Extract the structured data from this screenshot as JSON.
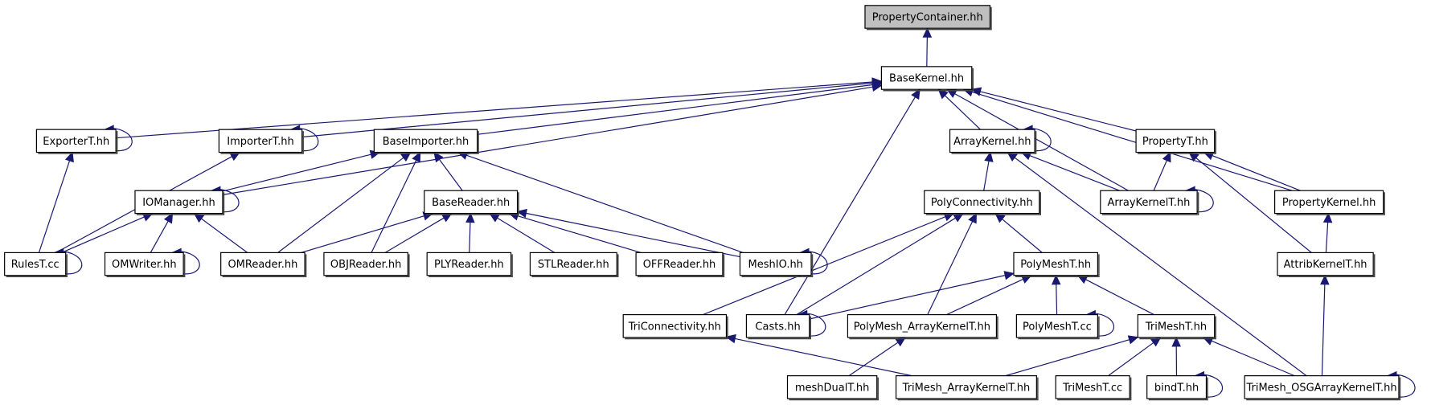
{
  "diagram": {
    "type": "include-dependency-graph",
    "colors": {
      "edge": "#191970",
      "focus_node_fill": "#bfbfbf",
      "node_fill": "#ffffff",
      "node_border": "#000000"
    },
    "focus_node": "PropertyContainer.hh",
    "nodes": [
      {
        "id": "PropertyContainer",
        "label": "PropertyContainer.hh"
      },
      {
        "id": "BaseKernel",
        "label": "BaseKernel.hh"
      },
      {
        "id": "ExporterT",
        "label": "ExporterT.hh"
      },
      {
        "id": "ImporterT",
        "label": "ImporterT.hh"
      },
      {
        "id": "BaseImporter",
        "label": "BaseImporter.hh"
      },
      {
        "id": "ArrayKernel",
        "label": "ArrayKernel.hh"
      },
      {
        "id": "PropertyT",
        "label": "PropertyT.hh"
      },
      {
        "id": "IOManager",
        "label": "IOManager.hh"
      },
      {
        "id": "BaseReader",
        "label": "BaseReader.hh"
      },
      {
        "id": "PolyConnectivity",
        "label": "PolyConnectivity.hh"
      },
      {
        "id": "ArrayKernelT",
        "label": "ArrayKernelT.hh"
      },
      {
        "id": "PropertyKernel",
        "label": "PropertyKernel.hh"
      },
      {
        "id": "RulesT",
        "label": "RulesT.cc"
      },
      {
        "id": "OMWriter",
        "label": "OMWriter.hh"
      },
      {
        "id": "OMReader",
        "label": "OMReader.hh"
      },
      {
        "id": "OBJReader",
        "label": "OBJReader.hh"
      },
      {
        "id": "PLYReader",
        "label": "PLYReader.hh"
      },
      {
        "id": "STLReader",
        "label": "STLReader.hh"
      },
      {
        "id": "OFFReader",
        "label": "OFFReader.hh"
      },
      {
        "id": "MeshIO",
        "label": "MeshIO.hh"
      },
      {
        "id": "PolyMeshThh",
        "label": "PolyMeshT.hh"
      },
      {
        "id": "AttribKernelT",
        "label": "AttribKernelT.hh"
      },
      {
        "id": "TriConnectivity",
        "label": "TriConnectivity.hh"
      },
      {
        "id": "Casts",
        "label": "Casts.hh"
      },
      {
        "id": "PolyMeshArrayKernelT",
        "label": "PolyMesh_ArrayKernelT.hh"
      },
      {
        "id": "PolyMeshTcc",
        "label": "PolyMeshT.cc"
      },
      {
        "id": "TriMeshThh",
        "label": "TriMeshT.hh"
      },
      {
        "id": "meshDualT",
        "label": "meshDualT.hh"
      },
      {
        "id": "TriMeshArrayKernelT",
        "label": "TriMesh_ArrayKernelT.hh"
      },
      {
        "id": "TriMeshTcc",
        "label": "TriMeshT.cc"
      },
      {
        "id": "bindT",
        "label": "bindT.hh"
      },
      {
        "id": "TriMeshOSGArrayKernelT",
        "label": "TriMesh_OSGArrayKernelT.hh"
      }
    ],
    "edges": [
      {
        "from": "BaseKernel",
        "to": "PropertyContainer"
      },
      {
        "from": "ExporterT",
        "to": "BaseKernel"
      },
      {
        "from": "ImporterT",
        "to": "BaseKernel"
      },
      {
        "from": "BaseImporter",
        "to": "BaseKernel"
      },
      {
        "from": "IOManager",
        "to": "BaseKernel"
      },
      {
        "from": "Casts",
        "to": "BaseKernel"
      },
      {
        "from": "ArrayKernel",
        "to": "BaseKernel"
      },
      {
        "from": "ArrayKernelT",
        "to": "BaseKernel"
      },
      {
        "from": "PropertyT",
        "to": "BaseKernel"
      },
      {
        "from": "PropertyKernel",
        "to": "BaseKernel"
      },
      {
        "from": "ExporterT",
        "to": "ExporterT"
      },
      {
        "from": "RulesT",
        "to": "ExporterT"
      },
      {
        "from": "ImporterT",
        "to": "ImporterT"
      },
      {
        "from": "RulesT",
        "to": "ImporterT"
      },
      {
        "from": "IOManager",
        "to": "BaseImporter"
      },
      {
        "from": "OMReader",
        "to": "BaseImporter"
      },
      {
        "from": "OBJReader",
        "to": "BaseImporter"
      },
      {
        "from": "BaseReader",
        "to": "BaseImporter"
      },
      {
        "from": "MeshIO",
        "to": "BaseImporter"
      },
      {
        "from": "IOManager",
        "to": "IOManager"
      },
      {
        "from": "RulesT",
        "to": "IOManager"
      },
      {
        "from": "OMWriter",
        "to": "IOManager"
      },
      {
        "from": "OMReader",
        "to": "IOManager"
      },
      {
        "from": "OMReader",
        "to": "BaseReader"
      },
      {
        "from": "OBJReader",
        "to": "BaseReader"
      },
      {
        "from": "PLYReader",
        "to": "BaseReader"
      },
      {
        "from": "STLReader",
        "to": "BaseReader"
      },
      {
        "from": "OFFReader",
        "to": "BaseReader"
      },
      {
        "from": "MeshIO",
        "to": "BaseReader"
      },
      {
        "from": "RulesT",
        "to": "RulesT"
      },
      {
        "from": "OMWriter",
        "to": "OMWriter"
      },
      {
        "from": "MeshIO",
        "to": "MeshIO"
      },
      {
        "from": "ArrayKernel",
        "to": "ArrayKernel"
      },
      {
        "from": "PolyConnectivity",
        "to": "ArrayKernel"
      },
      {
        "from": "ArrayKernelT",
        "to": "ArrayKernel"
      },
      {
        "from": "TriMeshOSGArrayKernelT",
        "to": "ArrayKernel"
      },
      {
        "from": "ArrayKernelT",
        "to": "PropertyT"
      },
      {
        "from": "PropertyKernel",
        "to": "PropertyT"
      },
      {
        "from": "AttribKernelT",
        "to": "PropertyT"
      },
      {
        "from": "ArrayKernelT",
        "to": "ArrayKernelT"
      },
      {
        "from": "TriConnectivity",
        "to": "PolyConnectivity"
      },
      {
        "from": "Casts",
        "to": "PolyConnectivity"
      },
      {
        "from": "PolyMeshArrayKernelT",
        "to": "PolyConnectivity"
      },
      {
        "from": "PolyMeshThh",
        "to": "PolyConnectivity"
      },
      {
        "from": "AttribKernelT",
        "to": "PropertyKernel"
      },
      {
        "from": "Casts",
        "to": "PolyMeshThh"
      },
      {
        "from": "PolyMeshArrayKernelT",
        "to": "PolyMeshThh"
      },
      {
        "from": "PolyMeshTcc",
        "to": "PolyMeshThh"
      },
      {
        "from": "TriMeshThh",
        "to": "PolyMeshThh"
      },
      {
        "from": "TriMeshOSGArrayKernelT",
        "to": "AttribKernelT"
      },
      {
        "from": "Casts",
        "to": "Casts"
      },
      {
        "from": "PolyMeshTcc",
        "to": "PolyMeshTcc"
      },
      {
        "from": "TriMeshArrayKernelT",
        "to": "TriConnectivity"
      },
      {
        "from": "meshDualT",
        "to": "PolyMeshArrayKernelT"
      },
      {
        "from": "TriMeshArrayKernelT",
        "to": "TriMeshThh"
      },
      {
        "from": "TriMeshTcc",
        "to": "TriMeshThh"
      },
      {
        "from": "bindT",
        "to": "TriMeshThh"
      },
      {
        "from": "TriMeshOSGArrayKernelT",
        "to": "TriMeshThh"
      },
      {
        "from": "bindT",
        "to": "bindT"
      },
      {
        "from": "TriMeshOSGArrayKernelT",
        "to": "TriMeshOSGArrayKernelT"
      }
    ]
  }
}
